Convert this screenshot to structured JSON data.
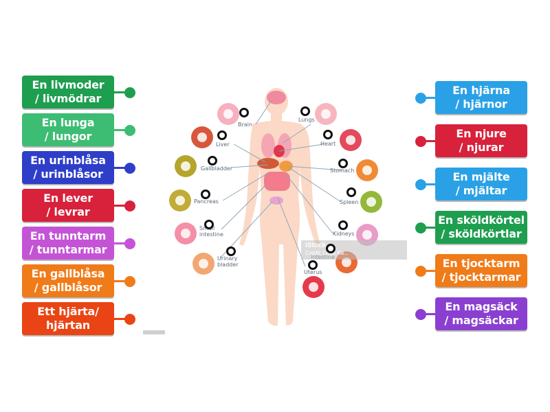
{
  "left_cards": [
    {
      "label": "En livmoder\n/ livmödrar",
      "color": "#1e9e4f"
    },
    {
      "label": "En lunga\n/ lungor",
      "color": "#3dbc73"
    },
    {
      "label": "En urinblåsa\n/ urinblåsor",
      "color": "#2f3ec9"
    },
    {
      "label": "En lever\n/ levrar",
      "color": "#d8213a"
    },
    {
      "label": "En tunntarm\n/ tunntarmar",
      "color": "#c453d6"
    },
    {
      "label": "En gallblåsa\n/ gallblåsor",
      "color": "#f07b19"
    },
    {
      "label": "Ett hjärta/\nhjärtan",
      "color": "#ea4414"
    }
  ],
  "right_cards": [
    {
      "label": "En hjärna\n/ hjärnor",
      "color": "#2aa1e6"
    },
    {
      "label": "En njure\n/ njurar",
      "color": "#d8213a"
    },
    {
      "label": "En mjälte\n/ mjältar",
      "color": "#2aa1e6"
    },
    {
      "label": "En sköldkörtel\n/ sköldkörtlar",
      "color": "#1e9e4f"
    },
    {
      "label": "En tjocktarm\n/ tjocktarmar",
      "color": "#f07b19"
    },
    {
      "label": "En magsäck\n/ magsäckar",
      "color": "#8a3fd1"
    }
  ],
  "diagram": {
    "organ_labels": {
      "brain": "Brain",
      "lungs": "Lungs",
      "liver": "Liver",
      "heart": "Heart",
      "gallbladder": "Gallbladder",
      "stomach": "Stomach",
      "pancreas": "Pancreas",
      "spleen": "Spleen",
      "small_intestine": "Small\nintestine",
      "kidneys": "Kidneys",
      "urinary_bladder": "Urinary\nbladder",
      "uterus": "Uterus",
      "intestine": "intestine"
    },
    "watermark": "iStock",
    "watermark_credit": "Credit: Liliya Ka..."
  }
}
